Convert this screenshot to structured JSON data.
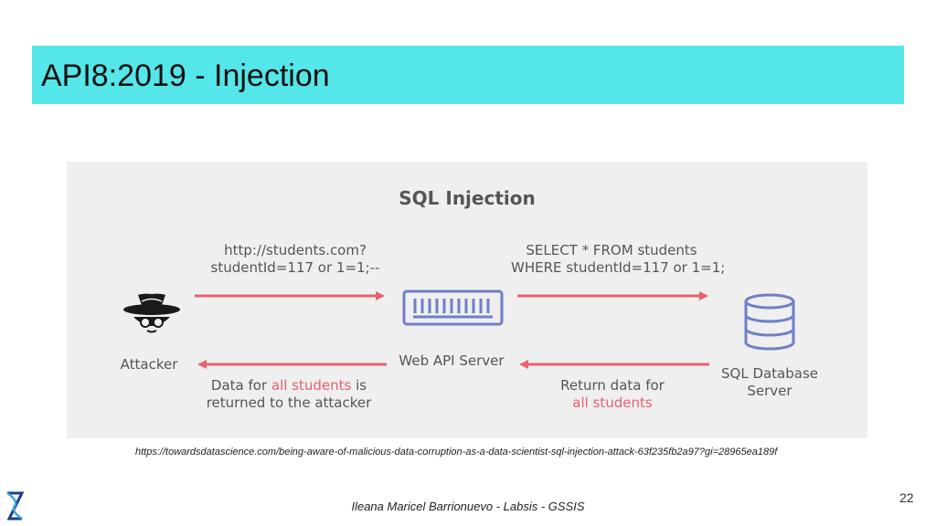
{
  "slide": {
    "title": "API8:2019 - Injection",
    "page_number": "22",
    "footer": "Ileana Maricel Barrionuevo - Labsis - GSSIS",
    "source_url": "https://towardsdatascience.com/being-aware-of-malicious-data-corruption-as-a-data-scientist-sql-injection-attack-63f235fb2a97?gi=28965ea189f"
  },
  "diagram": {
    "title": "SQL Injection",
    "attacker_label": "Attacker",
    "server_label": "Web API Server",
    "db_label_line1": "SQL Database",
    "db_label_line2": "Server",
    "request_line1": "http://students.com?",
    "request_line2": "studentId=117 or 1=1;--",
    "query_line1": "SELECT * FROM students",
    "query_line2": "WHERE studentId=117 or 1=1;",
    "response_db_line1": "Return data for",
    "response_db_line2": "all students",
    "response_attacker_prefix": "Data for ",
    "response_attacker_highlight": "all students",
    "response_attacker_suffix": " is",
    "response_attacker_line2": "returned to the attacker"
  },
  "colors": {
    "title_bar": "#54e6e9",
    "arrow": "#e8616f",
    "icon": "#6f7fc7",
    "attacker_icon": "#1a1a1a"
  }
}
